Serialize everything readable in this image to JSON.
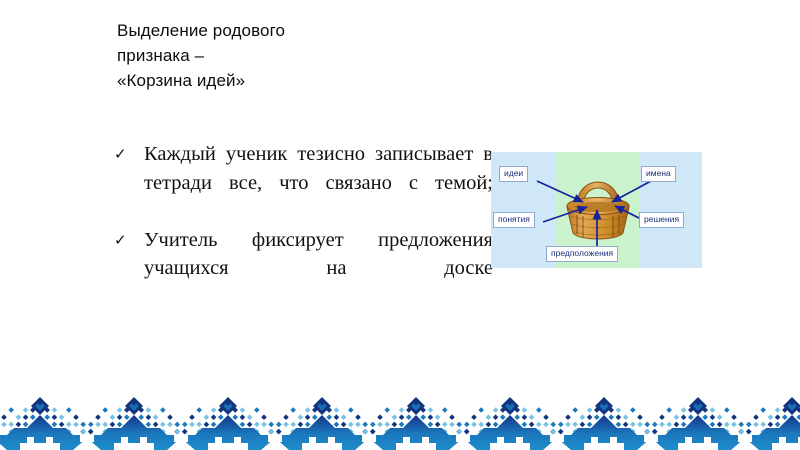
{
  "slide": {
    "title": "Выделение родового\nпризнака –\n«Корзина идей»",
    "bullets": [
      {
        "marker": "✓",
        "text": "Каждый ученик тезисно записывает в тетради все, что связано с темой;"
      },
      {
        "marker": "✓",
        "text": " Учитель фиксирует предложения учащихся на доске"
      }
    ]
  },
  "figure": {
    "name": "basket-of-ideas-diagram",
    "labels": {
      "ideas": "идеи",
      "names": "имена",
      "concepts": "понятия",
      "solutions": "решения",
      "assumptions": "предположения"
    }
  },
  "colors": {
    "title_text": "#0d0d0d",
    "body_text": "#111111",
    "figure_background": "#cfe7f7",
    "figure_panel": "#c9f2cd",
    "label_border": "#8fa9cf",
    "label_text": "#1b2f7a",
    "arrow": "#12259b",
    "basket_light": "#e0a855",
    "basket_mid": "#c8812c",
    "basket_dark": "#9a5f15",
    "ornament_dark": "#13357f",
    "ornament_mid": "#1b79bd",
    "ornament_light": "#77c3e6"
  }
}
